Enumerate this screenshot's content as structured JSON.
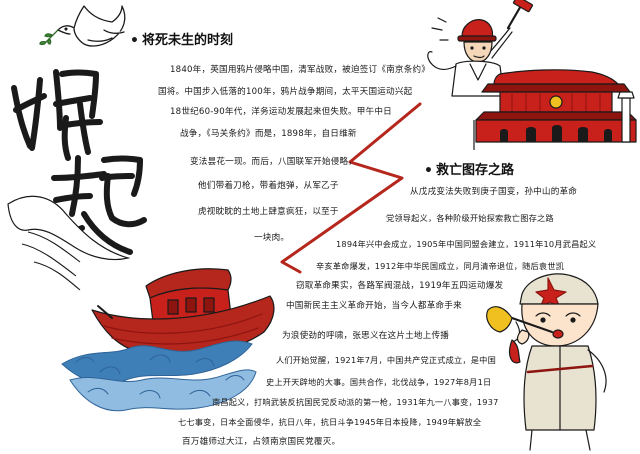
{
  "poster": {
    "main_title": "崛起",
    "colors": {
      "paper": "#ffffff",
      "ink": "#1a1a1a",
      "red": "#c8201a",
      "dark_red": "#8e1410",
      "boat_red": "#b5261c",
      "water_blue": "#3e7fb7",
      "light_blue": "#8fbce0"
    },
    "section1": {
      "title": "将死未生的时刻",
      "lines": [
        "1840年，英国用鸦片侵略中国，清军战败，被迫签订《南京条约》",
        "国将。中国步入低落的100年，鸦片战争期间，太平天国运动兴起",
        "18世纪60-90年代，洋务运动发展起来但失败。甲午中日",
        "战争，《马关条约》而是，1898年，自日维新",
        "变法昙花一现。而后，八国联军开始侵略，",
        "他们带着刀枪，带着炮弹，从军乙子",
        "虎视眈眈的土地上肆意疯狂，以至于",
        "一块肉。"
      ]
    },
    "section2": {
      "title": "救亡图存之路",
      "lines": [
        "从戊戌变法失败到庚子国变，孙中山的革命",
        "党领导起义，各种阶级开始探索救亡图存之路",
        "1894年兴中会成立，1905年中国同盟会建立，1911年10月武昌起义",
        "辛亥革命爆发，1912年中华民国成立，同月清帝退位，随后袁世凯",
        "窃取革命果实，各路军阀混战，1919年五四运动爆发",
        "中国新民主主义革命开始，当今人都革命手来"
      ]
    },
    "section3": {
      "lines": [
        "为浪使劲的呼啸，张思义在这片土地上传播",
        "人们开始觉醒，1921年7月，中国共产党正式成立，是中国",
        "史上开天辟地的大事。国共合作，北伐战争，1927年8月1日",
        "南昌起义，打响武装反抗国民党反动派的第一枪，1931年九一八事变，1937",
        "七七事变，日本全面侵华，抗日八年，抗日斗争1945年日本投降，1949年解放全",
        "百万雄师过大江，占领南京国民党覆灭。"
      ]
    },
    "icons": {
      "dove": "dove-with-olive-branch",
      "worker": "worker-with-hammer",
      "gate": "tiananmen-gate",
      "boat": "red-boat",
      "bugler": "soldier-bugler"
    }
  }
}
